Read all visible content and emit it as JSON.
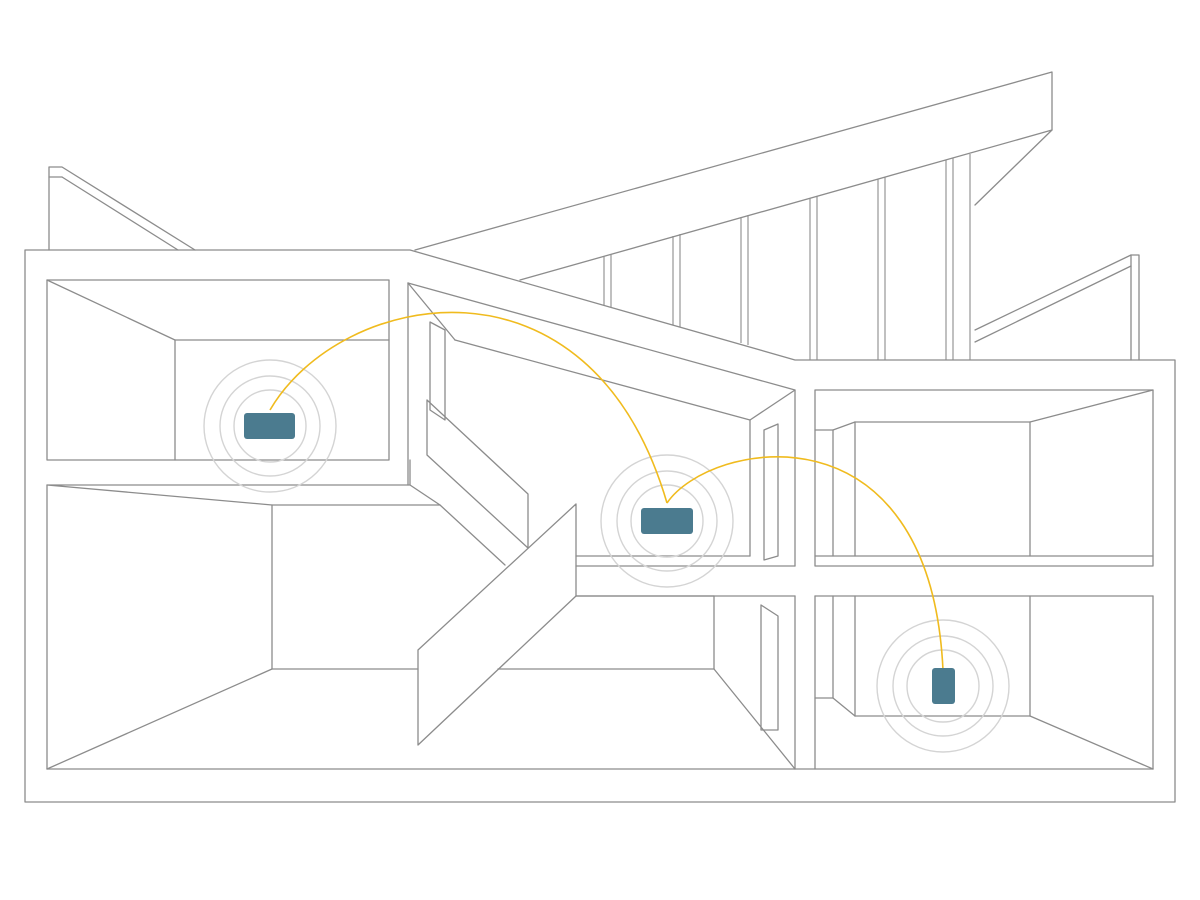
{
  "colors": {
    "background": "#ffffff",
    "outline": "#8c8c8c",
    "signal_ring": "#d4d4d4",
    "mesh_link": "#f0bb1e",
    "device": "#4b7b8f"
  },
  "devices": [
    {
      "id": "router-upper-left",
      "icon": "wifi-router-icon",
      "orientation": "horizontal"
    },
    {
      "id": "node-center",
      "icon": "mesh-node-icon",
      "orientation": "horizontal"
    },
    {
      "id": "node-lower-right",
      "icon": "mesh-node-icon",
      "orientation": "vertical"
    }
  ],
  "links": [
    {
      "from": "router-upper-left",
      "to": "node-center"
    },
    {
      "from": "node-center",
      "to": "node-lower-right"
    }
  ]
}
